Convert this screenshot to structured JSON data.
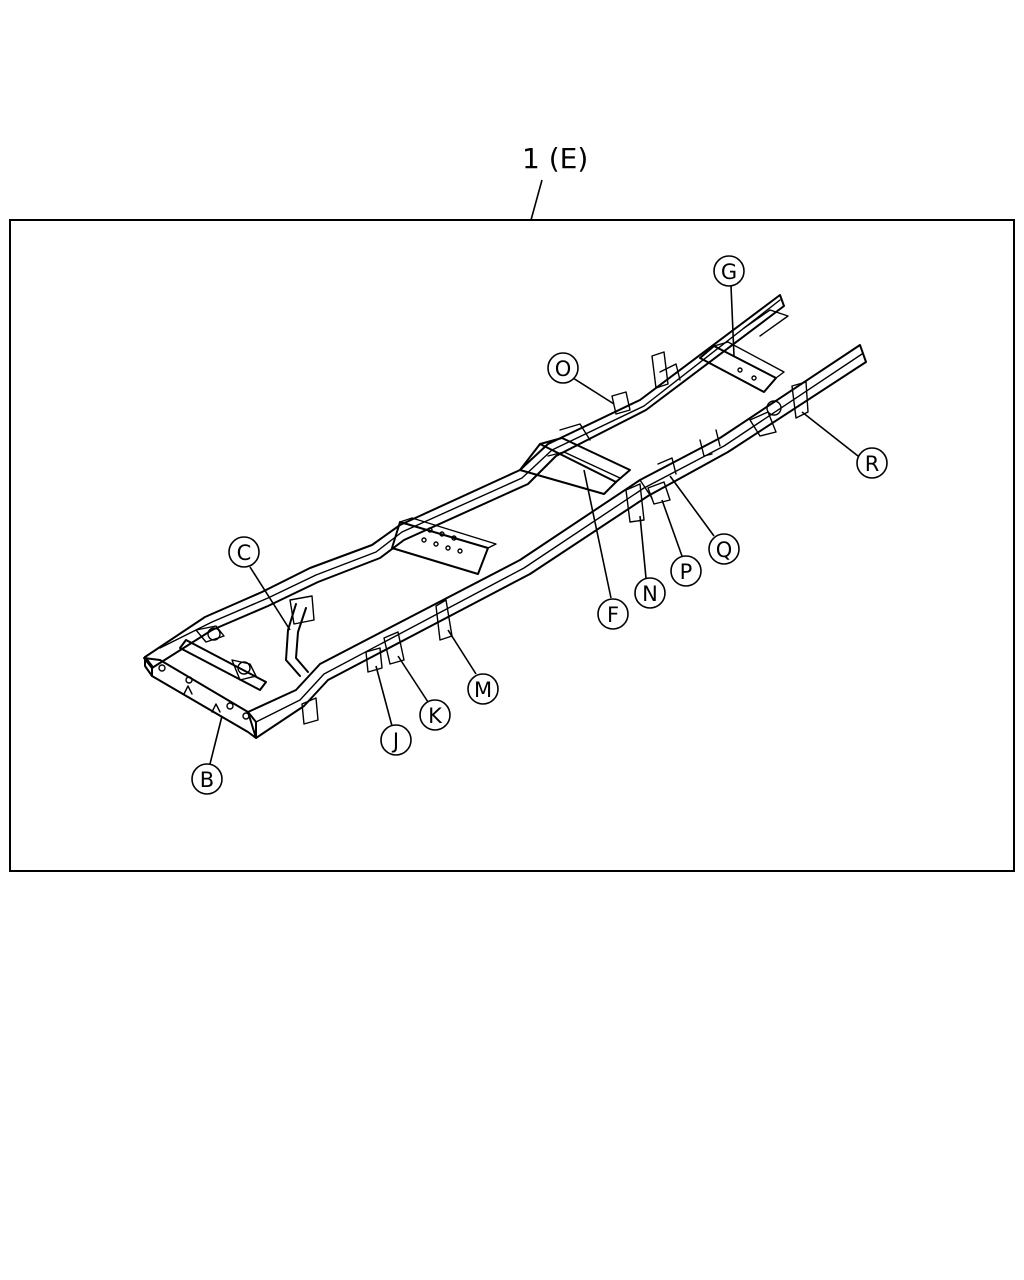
{
  "title": "1 (E)",
  "callouts": [
    "G",
    "O",
    "R",
    "Q",
    "P",
    "N",
    "F",
    "C",
    "M",
    "K",
    "J",
    "B"
  ],
  "colors": {
    "line": "#000000",
    "background": "#ffffff"
  }
}
